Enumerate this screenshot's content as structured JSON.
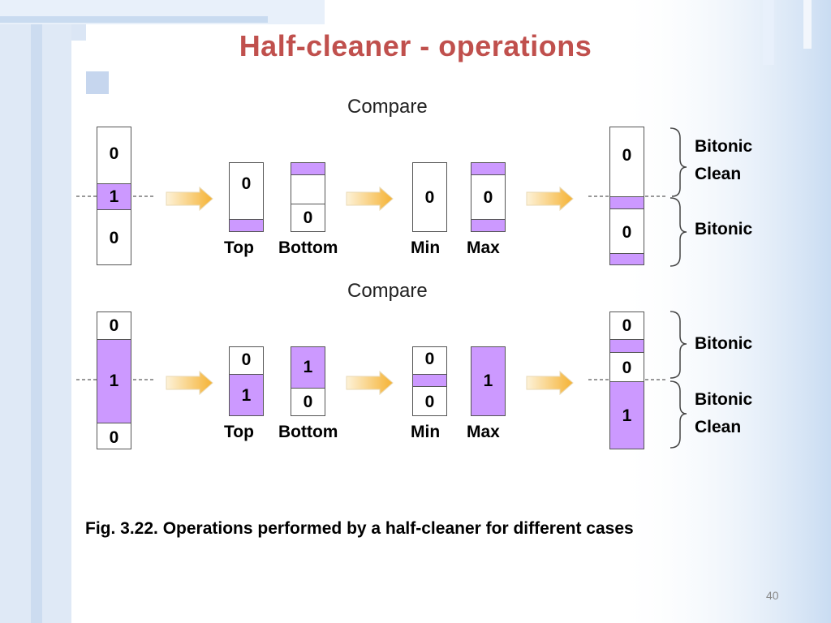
{
  "slide": {
    "title": "Half-cleaner - operations",
    "caption": "Fig. 3.22. Operations performed by a half-cleaner for different cases",
    "page_number": "40",
    "colors": {
      "title": "#c0504d",
      "highlight": "#cc99ff",
      "arrow": "#f5b942"
    }
  },
  "case1": {
    "compare_label": "Compare",
    "input": [
      "0",
      "1",
      "0"
    ],
    "top": "0",
    "bottom": "0",
    "min": "0",
    "max": "0",
    "output": [
      "0",
      "0"
    ],
    "labels": {
      "top": "Top",
      "bottom": "Bottom",
      "min": "Min",
      "max": "Max"
    },
    "brace_upper_line1": "Bitonic",
    "brace_upper_line2": "Clean",
    "brace_lower": "Bitonic"
  },
  "case2": {
    "compare_label": "Compare",
    "input": [
      "0",
      "1",
      "0"
    ],
    "top": [
      "0",
      "1"
    ],
    "bottom": [
      "1",
      "0"
    ],
    "min": [
      "0",
      "0"
    ],
    "max": "1",
    "output": [
      "0",
      "0",
      "1"
    ],
    "labels": {
      "top": "Top",
      "bottom": "Bottom",
      "min": "Min",
      "max": "Max"
    },
    "brace_upper": "Bitonic",
    "brace_lower_line1": "Bitonic",
    "brace_lower_line2": "Clean"
  }
}
